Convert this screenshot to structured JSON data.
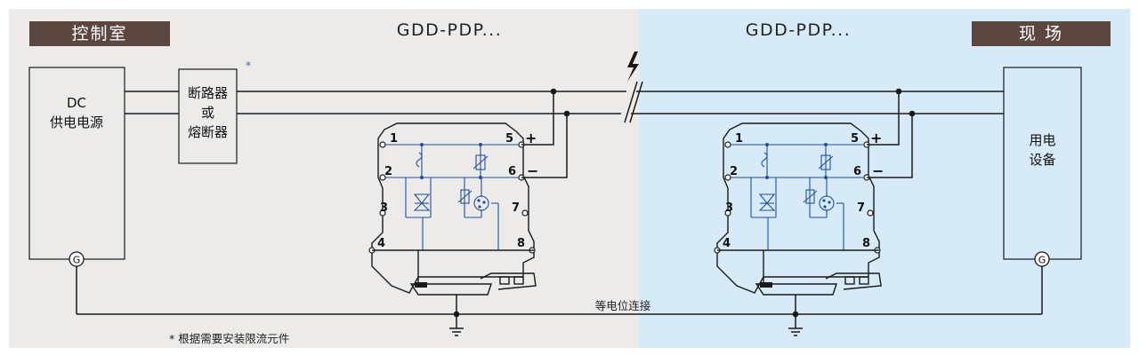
{
  "header": {
    "control_room_tag": "控制室",
    "field_tag": "现 场",
    "title_left": "GDD-PDP...",
    "title_right": "GDD-PDP...",
    "footnote_star": "*"
  },
  "boxes": {
    "power_supply_line1": "DC",
    "power_supply_line2": "供电电源",
    "breaker_line1": "断路器",
    "breaker_line2": "或",
    "breaker_line3": "熔断器",
    "load_line1": "用电",
    "load_line2": "设备",
    "ground_symbol": "G"
  },
  "module_terminals": {
    "t1": "1",
    "t2": "2",
    "t3": "3",
    "t4": "4",
    "t5": "5",
    "t6": "6",
    "t7": "7",
    "t8": "8",
    "plus": "+",
    "minus": "−"
  },
  "labels": {
    "equipotential": "等电位连接",
    "footnote": "* 根据需要安装限流元件"
  },
  "colors": {
    "left_bg": "#ecebe9",
    "right_bg": "#d6ebf7",
    "tag_bg": "#5b4640",
    "wire": "#1a1a1a",
    "internal_wire": "#1f4fa0"
  }
}
